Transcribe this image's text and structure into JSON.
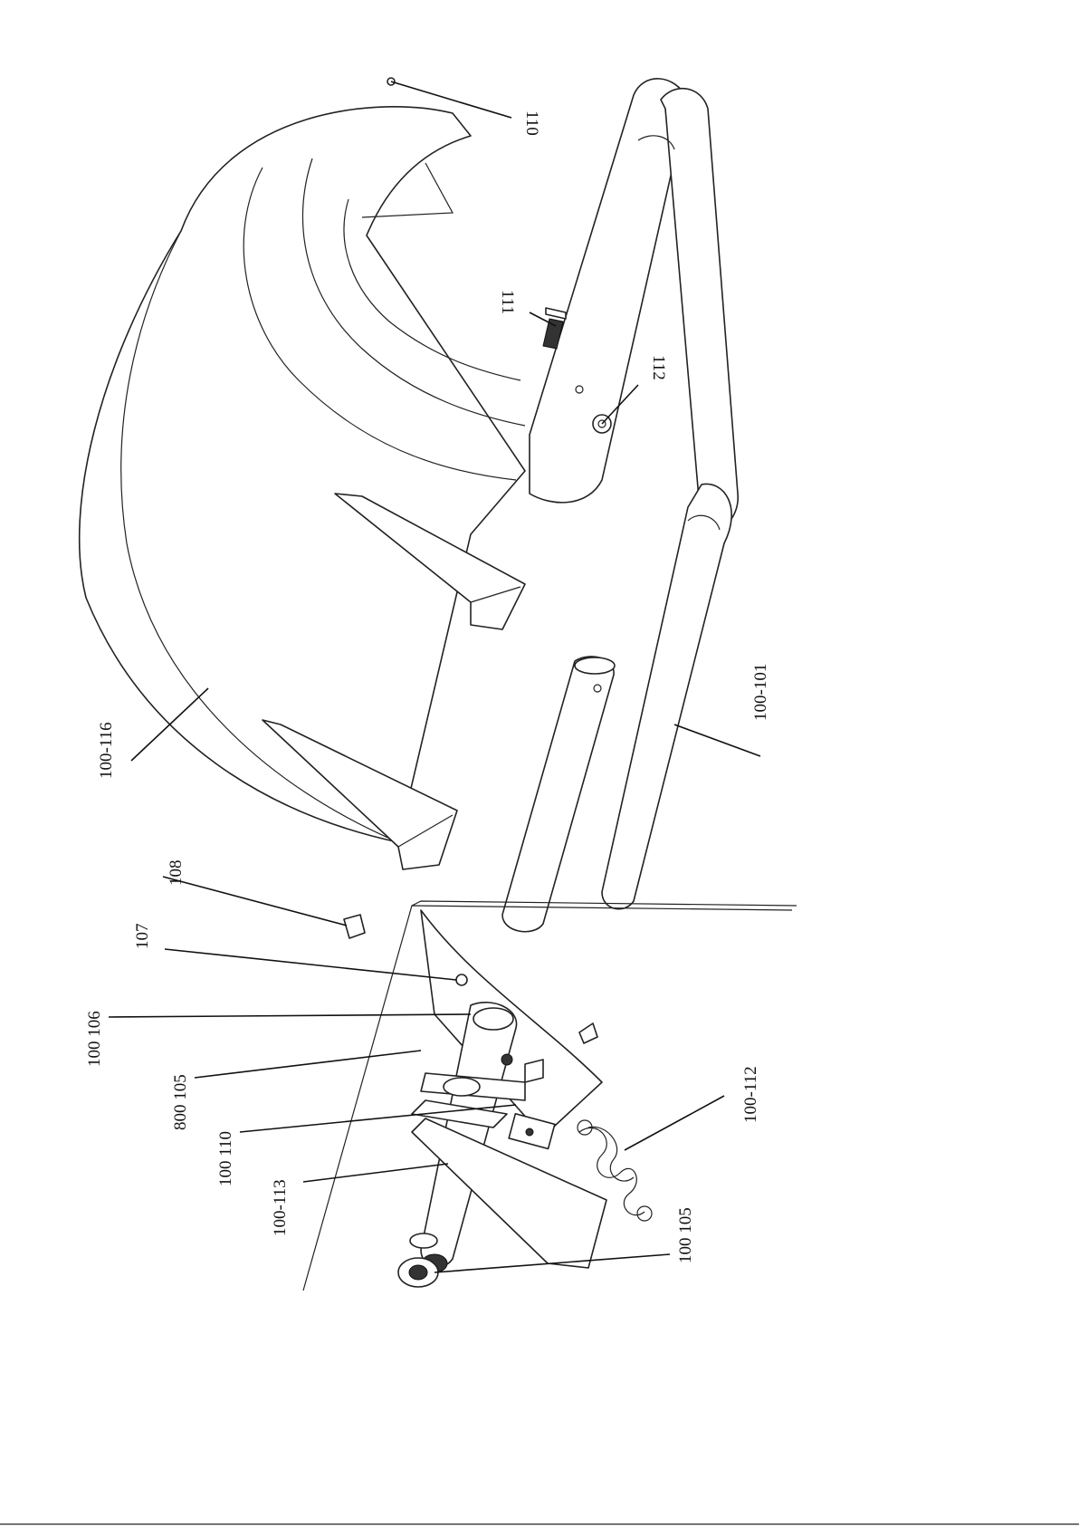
{
  "labels": {
    "l110": "110",
    "l111": "111",
    "l112": "112",
    "l100_116": "100-116",
    "l100_101": "100-101",
    "l108": "108",
    "l107": "107",
    "l100_106": "100 106",
    "l800_105": "800 105",
    "l100_110": "100 110",
    "l100_113": "100-113",
    "l100_112": "100-112",
    "l100_105": "100 105"
  },
  "colors": {
    "line": "#222222",
    "paper": "#ffffff"
  }
}
